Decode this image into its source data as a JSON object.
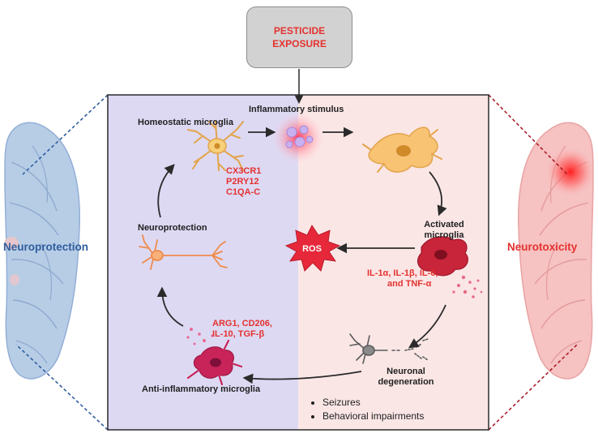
{
  "exposure": {
    "line1": "PESTICIDE",
    "line2": "EXPOSURE"
  },
  "stimulus": "Inflammatory stimulus",
  "homeostatic": {
    "label": "Homeostatic microglia",
    "markers": [
      "CX3CR1",
      "P2RY12",
      "C1QA-C"
    ]
  },
  "activated": {
    "label_line1": "Activated",
    "label_line2": "microglia",
    "cytokines": [
      "IL-1α, IL-1β, IL-6,",
      "and TNF-α"
    ]
  },
  "ros": "ROS",
  "neuroprotection_label": "Neuroprotection",
  "anti_inflammatory": {
    "label": "Anti-inflammatory microglia",
    "markers": [
      "ARG1, CD206,",
      "IL-10, TGF-β"
    ]
  },
  "degeneration": {
    "label_line1": "Neuronal",
    "label_line2": "degeneration",
    "effects": [
      "Seizures",
      "Behavioral impairments"
    ]
  },
  "left_brain_label": "Neuroprotection",
  "right_brain_label": "Neurotoxicity",
  "colors": {
    "left_panel": "#ddd9f3",
    "right_panel": "#fbe6e6",
    "accent_red": "#e4322f",
    "left_dashed": "#2f5d9e",
    "right_dashed": "#a8202a"
  }
}
